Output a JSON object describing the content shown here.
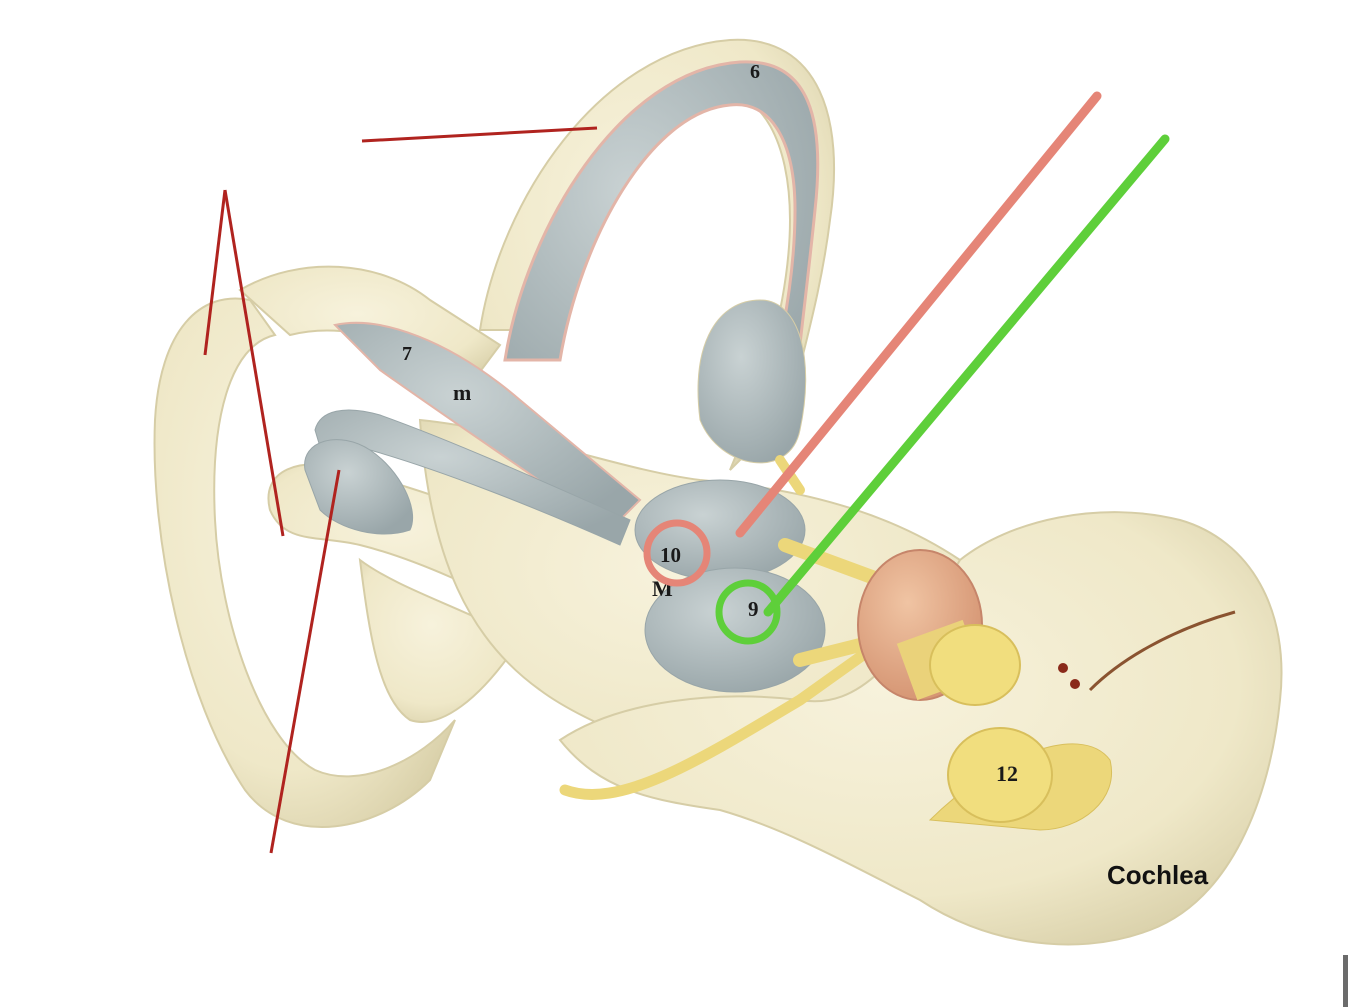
{
  "diagram": {
    "labels": {
      "six": "6",
      "seven": "7",
      "m_small": "m",
      "m_large": "M",
      "ten": "10",
      "nine": "9",
      "twelve": "12",
      "cochlea": "Cochlea"
    },
    "colors": {
      "bone": "#f1ebcd",
      "bone_shadow": "#d9d1ac",
      "membrane": "#b7c2c3",
      "membrane_dark": "#98a5a8",
      "pink_line": "#e3b5a8",
      "nerve": "#ecd77a",
      "ganglion": "#e8b38f",
      "ganglion_dark": "#d99a74",
      "nerve_bundle": "#f1de7e",
      "leader_red": "#b0231f",
      "leader_salmon": "#e58577",
      "leader_green": "#5ecf3a"
    }
  }
}
